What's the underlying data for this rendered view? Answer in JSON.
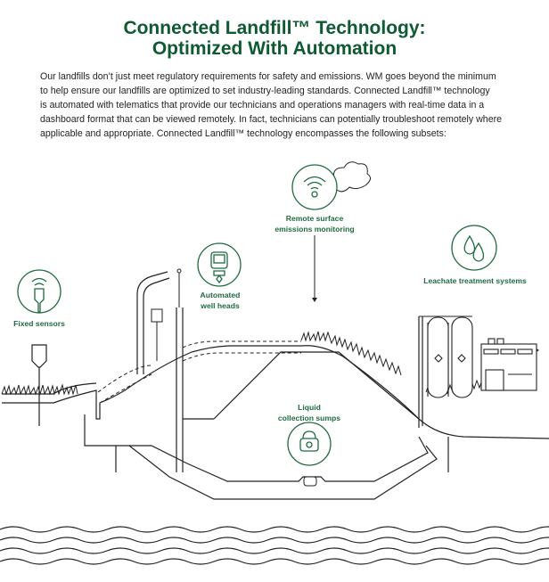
{
  "header": {
    "title_line1": "Connected Landfill™ Technology:",
    "title_line2": "Optimized With Automation"
  },
  "intro": {
    "lines": [
      "Our landfills don’t just meet regulatory requirements for safety and emissions. WM goes beyond the minimum",
      "to help ensure our landfills are optimized to set industry-leading standards. Connected Landfill™ technology",
      "is automated with telematics that provide our technicians and operations managers with real-time data in a",
      "dashboard format that can be viewed remotely. In fact, technicians can potentially troubleshoot remotely where",
      "applicable and appropriate. Connected Landfill™ technology encompasses the following subsets:"
    ]
  },
  "diagram": {
    "accent_color": "#1f6b40",
    "labels": {
      "fixed_sensors": "Fixed sensors",
      "well_heads_1": "Automated",
      "well_heads_2": "well heads",
      "remote_1": "Remote surface",
      "remote_2": "emissions monitoring",
      "leachate": "Leachate treatment systems",
      "sumps_1": "Liquid",
      "sumps_2": "collection sumps"
    },
    "icons": [
      "sensor-signal-icon",
      "well-head-controller-icon",
      "wifi-icon",
      "water-drops-icon",
      "sump-pump-icon"
    ]
  }
}
